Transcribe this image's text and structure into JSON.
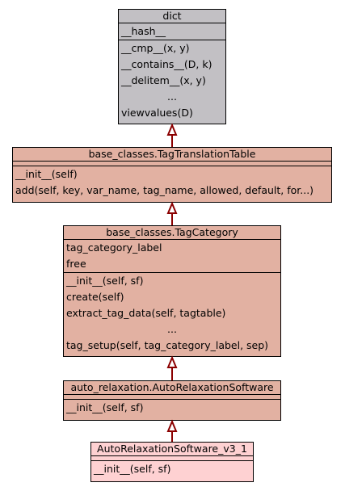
{
  "colors": {
    "dict_fill": "#c2c0c4",
    "base_fill": "#e2b1a2",
    "leaf_fill": "#fed1d2",
    "edge": "#8b0000"
  },
  "classes": {
    "dict": {
      "name": "dict",
      "attributes": [
        "__hash__"
      ],
      "methods": [
        "__cmp__(x, y)",
        "__contains__(D, k)",
        "__delitem__(x, y)",
        "...",
        "viewvalues(D)"
      ]
    },
    "tag_translation_table": {
      "name": "base_classes.TagTranslationTable",
      "attributes": [],
      "methods": [
        "__init__(self)",
        "add(self, key, var_name, tag_name, allowed, default, for...)"
      ]
    },
    "tag_category": {
      "name": "base_classes.TagCategory",
      "attributes": [
        "tag_category_label",
        "free"
      ],
      "methods": [
        "__init__(self, sf)",
        "create(self)",
        "extract_tag_data(self, tagtable)",
        "...",
        "tag_setup(self, tag_category_label, sep)"
      ]
    },
    "auto_relaxation_software": {
      "name": "auto_relaxation.AutoRelaxationSoftware",
      "attributes": [],
      "methods": [
        "__init__(self, sf)"
      ]
    },
    "auto_relaxation_software_v3_1": {
      "name": "AutoRelaxationSoftware_v3_1",
      "attributes": [],
      "methods": [
        "__init__(self, sf)"
      ]
    }
  }
}
